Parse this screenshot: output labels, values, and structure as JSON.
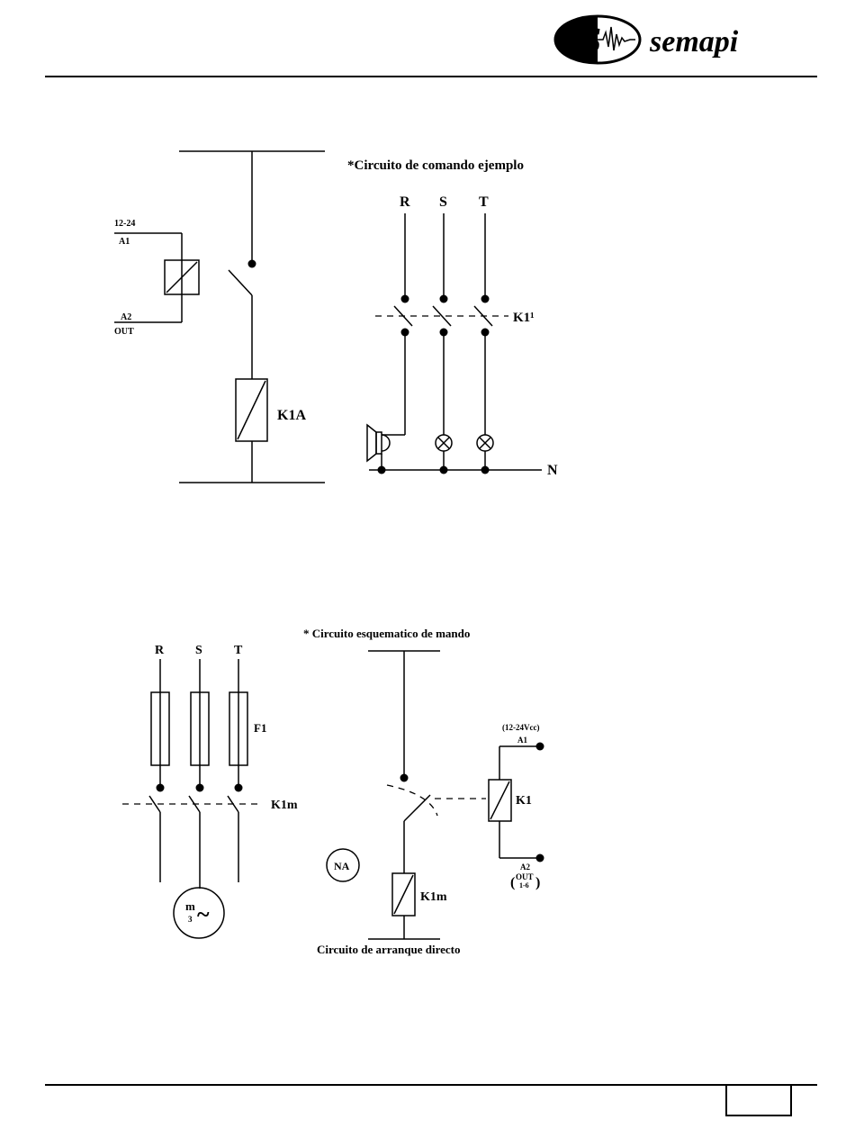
{
  "header": {
    "brand": "semapi",
    "logo_letter": "S"
  },
  "diagram1": {
    "supply_top": "12-24",
    "terminal_a1": "A1",
    "terminal_a2": "A2",
    "out_label": "OUT",
    "coil_label": "K1A",
    "title": "*Circuito de comando ejemplo",
    "phase_r": "R",
    "phase_s": "S",
    "phase_t": "T",
    "contact_label": "K1¹",
    "neutral": "N"
  },
  "diagram2": {
    "phase_r": "R",
    "phase_s": "S",
    "phase_t": "T",
    "fuse_label": "F1",
    "contact_label": "K1m",
    "motor_m": "m",
    "motor_3": "3",
    "motor_tilde": "~",
    "title": "* Circuito esquematico de mando",
    "supply": "(12-24Vcc)",
    "terminal_a1": "A1",
    "relay_label": "K1",
    "terminal_a2": "A2",
    "out_label": "OUT",
    "out_range": "1-6",
    "na_label": "NA",
    "coil_label": "K1m",
    "caption": "Circuito de arranque directo"
  },
  "footer": {
    "page_number": ""
  }
}
